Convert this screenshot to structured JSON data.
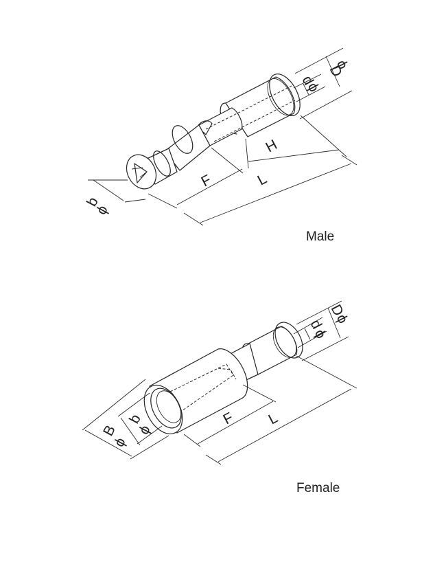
{
  "male": {
    "caption": "Male",
    "dimensions": {
      "D": "D",
      "d": "d",
      "H": "H",
      "F": "F",
      "L": "L",
      "b": "b",
      "phi": "ϕ"
    }
  },
  "female": {
    "caption": "Female",
    "dimensions": {
      "D": "D",
      "d": "d",
      "F": "F",
      "L": "L",
      "b": "b",
      "B": "B",
      "phi": "ϕ"
    }
  },
  "colors": {
    "line": "#2a2a2a",
    "text": "#222222",
    "background": "#ffffff"
  }
}
